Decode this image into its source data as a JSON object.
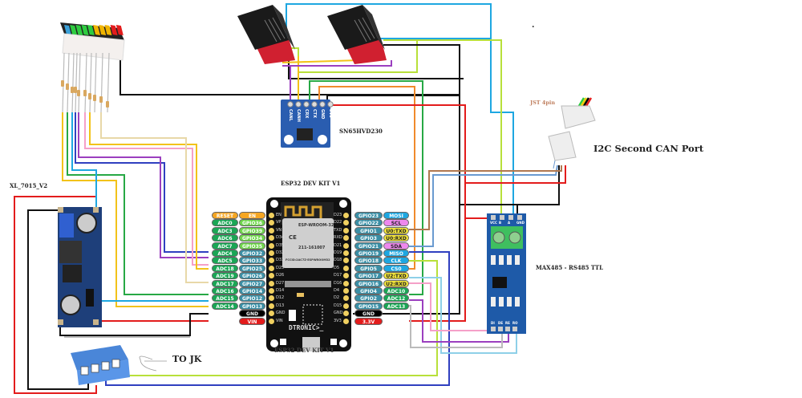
{
  "labels": {
    "xl7015": "XL_7015_V2",
    "esp32_top": "ESP32 DEV KIT V1",
    "esp32_bottom": "ESP32 DEV KIT V1",
    "sn65": "SN65HVD230",
    "jst": "JST 4pin",
    "i2c_port": "I2C Second CAN Port",
    "max485": "MAX485 - RS485 TTL",
    "to_jk": "TO JK",
    "dot": "."
  },
  "esp32": {
    "module_text": "ESP-WROOM-32",
    "ce": "CE",
    "fcc": "211-161007",
    "fccid": "FCCID:2AC7Z-ESPWROOM32",
    "brand": "DTRONIC>_",
    "left_pins": [
      {
        "board": "EN",
        "gpio": "EN",
        "func": "RESET",
        "gpio_color": "#f5a623",
        "func_color": "#f5a623"
      },
      {
        "board": "VP",
        "gpio": "GPIO36",
        "func": "ADC0",
        "gpio_color": "#6fd64b",
        "func_color": "#1aa655"
      },
      {
        "board": "VN",
        "gpio": "GPIO39",
        "func": "ADC3",
        "gpio_color": "#6fd64b",
        "func_color": "#1aa655"
      },
      {
        "board": "D34",
        "gpio": "GPIO34",
        "func": "ADC6",
        "gpio_color": "#6fd64b",
        "func_color": "#1aa655"
      },
      {
        "board": "D35",
        "gpio": "GPIO35",
        "func": "ADC7",
        "gpio_color": "#6fd64b",
        "func_color": "#1aa655"
      },
      {
        "board": "D32",
        "gpio": "GPIO32",
        "func": "ADC4",
        "gpio_color": "#3a8fa6",
        "func_color": "#1aa655"
      },
      {
        "board": "D33",
        "gpio": "GPIO33",
        "func": "ADC5",
        "gpio_color": "#3a8fa6",
        "func_color": "#1aa655"
      },
      {
        "board": "D25",
        "gpio": "GPIO25",
        "func": "ADC18",
        "gpio_color": "#3a8fa6",
        "func_color": "#1aa655"
      },
      {
        "board": "D26",
        "gpio": "GPIO26",
        "func": "ADC19",
        "gpio_color": "#3a8fa6",
        "func_color": "#1aa655"
      },
      {
        "board": "D27",
        "gpio": "GPIO27",
        "func": "ADC17",
        "gpio_color": "#3a8fa6",
        "func_color": "#1aa655"
      },
      {
        "board": "D14",
        "gpio": "GPIO14",
        "func": "ADC16",
        "gpio_color": "#3a8fa6",
        "func_color": "#1aa655"
      },
      {
        "board": "D12",
        "gpio": "GPIO12",
        "func": "ADC15",
        "gpio_color": "#3a8fa6",
        "func_color": "#1aa655"
      },
      {
        "board": "D13",
        "gpio": "GPIO13",
        "func": "ADC14",
        "gpio_color": "#3a8fa6",
        "func_color": "#1aa655"
      },
      {
        "board": "GND",
        "gpio": "GND",
        "func": "",
        "gpio_color": "#000000",
        "func_color": ""
      },
      {
        "board": "VIN",
        "gpio": "VIN",
        "func": "",
        "gpio_color": "#e31c1c",
        "func_color": ""
      }
    ],
    "right_pins": [
      {
        "board": "D23",
        "gpio": "GPIO23",
        "func": "MOSI",
        "gpio_color": "#3a8fa6",
        "func_color": "#1ea7e1",
        "func_text": "#ffffff"
      },
      {
        "board": "D22",
        "gpio": "GPIO22",
        "func": "SCL",
        "gpio_color": "#3a8fa6",
        "func_color": "#ee88ee",
        "func_text": "#222222"
      },
      {
        "board": "TXD",
        "gpio": "GPIO1",
        "func": "U0:TXD",
        "gpio_color": "#3a8fa6",
        "func_color": "#f2e43a",
        "func_text": "#222222"
      },
      {
        "board": "RXD",
        "gpio": "GPIO3",
        "func": "U0:RXD",
        "gpio_color": "#3a8fa6",
        "func_color": "#f2e43a",
        "func_text": "#222222"
      },
      {
        "board": "D21",
        "gpio": "GPIO21",
        "func": "SDA",
        "gpio_color": "#3a8fa6",
        "func_color": "#ee88ee",
        "func_text": "#222222"
      },
      {
        "board": "D19",
        "gpio": "GPIO19",
        "func": "MISO",
        "gpio_color": "#3a8fa6",
        "func_color": "#1ea7e1",
        "func_text": "#ffffff"
      },
      {
        "board": "D18",
        "gpio": "GPIO18",
        "func": "CLK",
        "gpio_color": "#3a8fa6",
        "func_color": "#1ea7e1",
        "func_text": "#ffffff"
      },
      {
        "board": "D5",
        "gpio": "GPIO5",
        "func": "CS0",
        "gpio_color": "#3a8fa6",
        "func_color": "#1ea7e1",
        "func_text": "#ffffff"
      },
      {
        "board": "D17",
        "gpio": "GPIO17",
        "func": "U2:TXD",
        "gpio_color": "#3a8fa6",
        "func_color": "#f2e43a",
        "func_text": "#222222"
      },
      {
        "board": "D16",
        "gpio": "GPIO16",
        "func": "U2:RXD",
        "gpio_color": "#3a8fa6",
        "func_color": "#f2e43a",
        "func_text": "#222222"
      },
      {
        "board": "D4",
        "gpio": "GPIO4",
        "func": "ADC10",
        "gpio_color": "#3a8fa6",
        "func_color": "#1aa655",
        "func_text": "#ffffff"
      },
      {
        "board": "D2",
        "gpio": "GPIO2",
        "func": "ADC12",
        "gpio_color": "#3a8fa6",
        "func_color": "#1aa655",
        "func_text": "#ffffff"
      },
      {
        "board": "D15",
        "gpio": "GPIO15",
        "func": "ADC13",
        "gpio_color": "#3a8fa6",
        "func_color": "#1aa655",
        "func_text": "#ffffff"
      },
      {
        "board": "GND",
        "gpio": "GND",
        "func": "",
        "gpio_color": "#000000",
        "func_color": "",
        "func_text": ""
      },
      {
        "board": "3V3",
        "gpio": "3.3V",
        "func": "",
        "gpio_color": "#e31c1c",
        "func_color": "",
        "func_text": ""
      }
    ]
  },
  "sn65_pins": [
    "CANL",
    "CANH",
    "CRX",
    "CTX",
    "GND",
    "3V3"
  ],
  "max485_top_pins": [
    "VCC",
    "B",
    "A",
    "GND"
  ],
  "max485_bottom_pins": [
    "DI",
    "DE",
    "RE",
    "RO"
  ],
  "bargraph_segments": [
    "#3aa0d8",
    "#2ecc40",
    "#2ecc40",
    "#2ecc40",
    "#2ecc40",
    "#f0b400",
    "#f0b400",
    "#f0b400",
    "#e31c1c",
    "#e31c1c"
  ],
  "jst_wire_colors": [
    "#2ecc40",
    "#f0d000",
    "#000000",
    "#e31c1c"
  ],
  "wire_colors": {
    "red": "#e31c1c",
    "black": "#111111",
    "blue": "#1ea7e1",
    "lime": "#b8e03a",
    "green": "#27a845",
    "orange": "#f08a2c",
    "purple": "#9b3fbf",
    "yellow": "#f2c21a",
    "pink": "#f5a0c8",
    "navy": "#3040c0",
    "tan": "#e8d8a8",
    "brown": "#b07850",
    "steel": "#6a9ad0",
    "lightblue": "#8ed0e8",
    "grey": "#bbbbbb"
  }
}
